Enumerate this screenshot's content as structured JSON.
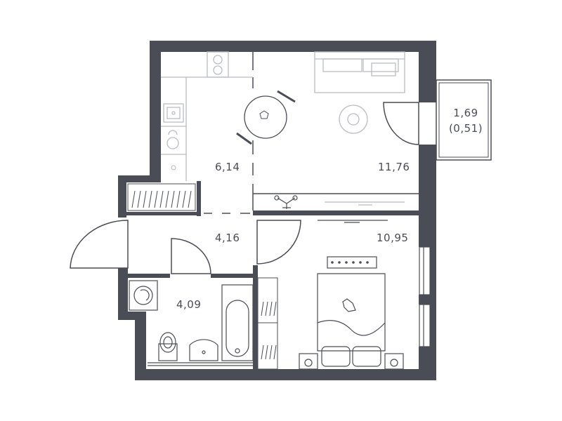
{
  "rooms": {
    "kitchen": {
      "area": "6,14"
    },
    "living_room": {
      "area": "11,76"
    },
    "hallway": {
      "area": "4,16"
    },
    "bedroom": {
      "area": "10,95"
    },
    "bathroom": {
      "area": "4,09"
    },
    "balcony": {
      "area": "1,69",
      "reduced_area": "(0,51)"
    }
  },
  "colors": {
    "wall": "#4a4d55",
    "furniture_line": "#b9bcc2",
    "label": "#4a4d55"
  },
  "icons": [
    "stove-icon",
    "sink-icon",
    "dining-table-icon",
    "sofa-icon",
    "washing-machine-icon",
    "bathtub-icon",
    "toilet-icon",
    "bed-icon",
    "toy-icon"
  ]
}
